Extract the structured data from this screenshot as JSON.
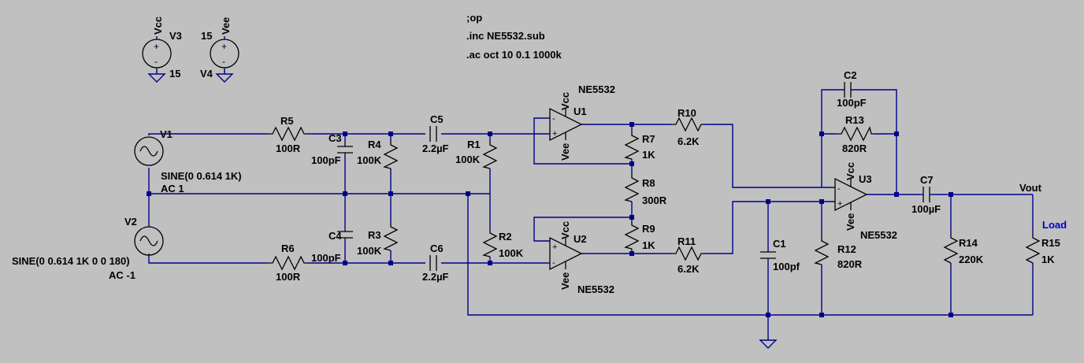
{
  "spice": {
    "directive_op": ";op",
    "directive_inc": ".inc NE5532.sub",
    "directive_ac": ".ac oct 10 0.1 1000k"
  },
  "sources": {
    "v3": {
      "name": "V3",
      "node": "Vcc",
      "value": "15"
    },
    "v4": {
      "name": "V4",
      "node": "Vee",
      "value": "15"
    },
    "v1": {
      "name": "V1",
      "value": "SINE(0 0.614 1K)",
      "ac": "AC 1"
    },
    "v2": {
      "name": "V2",
      "value": "SINE(0 0.614 1K 0 0 180)",
      "ac": "AC -1"
    }
  },
  "opamps": {
    "u1": {
      "name": "U1",
      "model": "NE5532",
      "vcc": "Vcc",
      "vee": "Vee"
    },
    "u2": {
      "name": "U2",
      "model": "NE5532",
      "vcc": "Vcc",
      "vee": "Vee"
    },
    "u3": {
      "name": "U3",
      "model": "NE5532",
      "vcc": "Vcc",
      "vee": "Vee"
    }
  },
  "pin_signs": {
    "minus": "-",
    "plus": "+"
  },
  "resistors": {
    "r1": {
      "name": "R1",
      "value": "100K"
    },
    "r2": {
      "name": "R2",
      "value": "100K"
    },
    "r3": {
      "name": "R3",
      "value": "100K"
    },
    "r4": {
      "name": "R4",
      "value": "100K"
    },
    "r5": {
      "name": "R5",
      "value": "100R"
    },
    "r6": {
      "name": "R6",
      "value": "100R"
    },
    "r7": {
      "name": "R7",
      "value": "1K"
    },
    "r8": {
      "name": "R8",
      "value": "300R"
    },
    "r9": {
      "name": "R9",
      "value": "1K"
    },
    "r10": {
      "name": "R10",
      "value": "6.2K"
    },
    "r11": {
      "name": "R11",
      "value": "6.2K"
    },
    "r12": {
      "name": "R12",
      "value": "820R"
    },
    "r13": {
      "name": "R13",
      "value": "820R"
    },
    "r14": {
      "name": "R14",
      "value": "220K"
    },
    "r15": {
      "name": "R15",
      "value": "1K"
    }
  },
  "capacitors": {
    "c1": {
      "name": "C1",
      "value": "100pf"
    },
    "c2": {
      "name": "C2",
      "value": "100pF"
    },
    "c3": {
      "name": "C3",
      "value": "100pF"
    },
    "c4": {
      "name": "C4",
      "value": "100pF"
    },
    "c5": {
      "name": "C5",
      "value": "2.2µF"
    },
    "c6": {
      "name": "C6",
      "value": "2.2µF"
    },
    "c7": {
      "name": "C7",
      "value": "100µF"
    }
  },
  "nets": {
    "vout": "Vout",
    "load": "Load"
  },
  "colors": {
    "background": "#c0c0c0",
    "wire": "#00008b",
    "component": "#000000",
    "label_highlight": "#0000cc"
  }
}
